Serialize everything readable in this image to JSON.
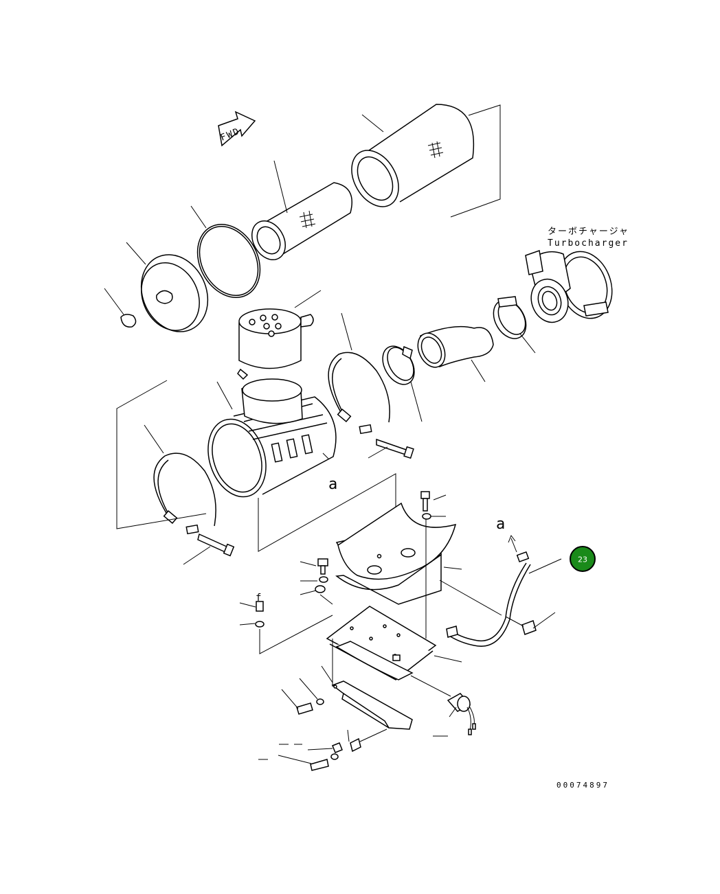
{
  "labels": {
    "turbo_jp": "ターボチャージャ",
    "turbo_en": "Turbocharger",
    "fwd": "FWD",
    "ref_a_upper": "a",
    "ref_a_lower": "a",
    "ref_f": "f",
    "drawing_number": "00074897"
  },
  "callout": {
    "number": "23",
    "color": "#1a8a1a"
  }
}
